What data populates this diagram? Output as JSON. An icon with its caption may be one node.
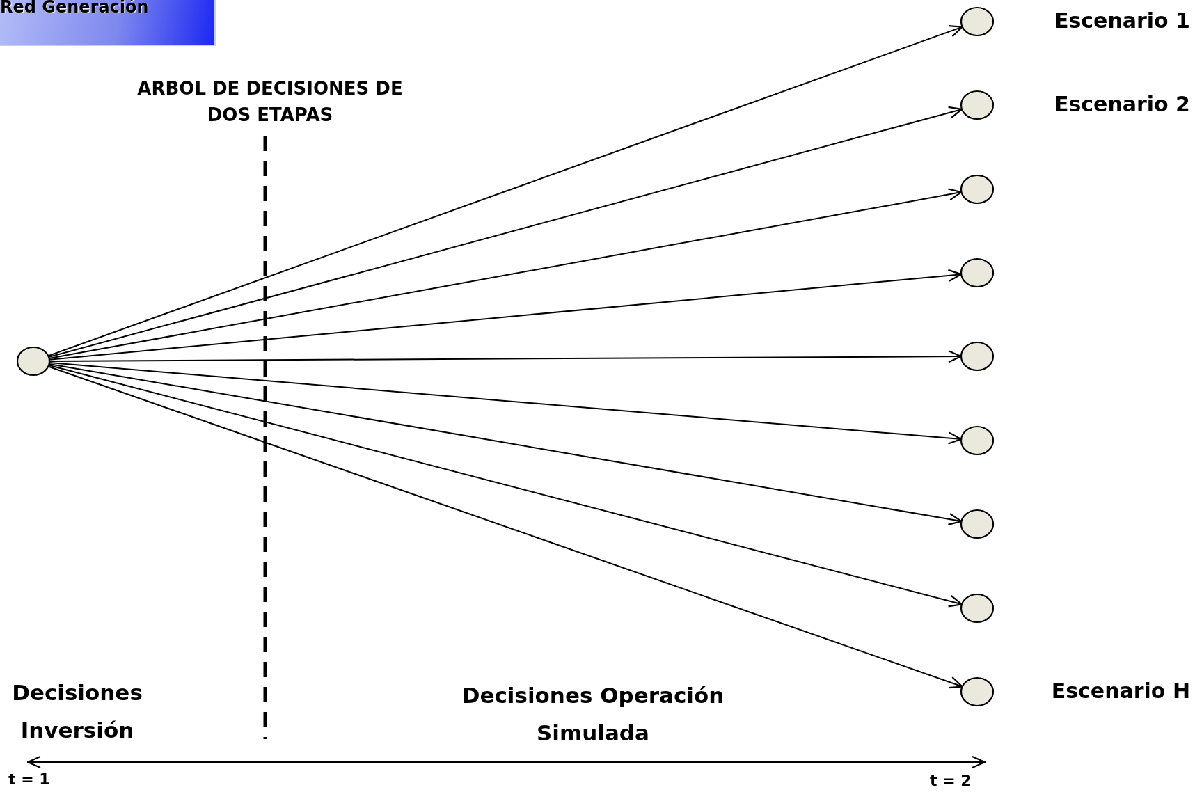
{
  "diagram": {
    "title": "ARBOL DE DECISIONES DE DOS ETAPAS",
    "nodes": [
      {
        "text": [
          "Red Generación"
        ]
      },
      {
        "text": [],
        "shape": "circle"
      },
      {
        "text": [],
        "shape": "circle",
        "beside": [
          "Escenario 1"
        ]
      },
      {
        "text": [],
        "shape": "circle",
        "beside": [
          "Escenario 2"
        ]
      },
      {
        "text": [],
        "shape": "circle"
      },
      {
        "text": [],
        "shape": "circle"
      },
      {
        "text": [],
        "shape": "circle"
      },
      {
        "text": [],
        "shape": "circle"
      },
      {
        "text": [],
        "shape": "circle"
      },
      {
        "text": [],
        "shape": "circle"
      },
      {
        "text": [],
        "shape": "circle",
        "beside": [
          "Escenario H"
        ]
      }
    ],
    "edges": [
      {
        "from": 1,
        "to": 2,
        "arrow": "to"
      },
      {
        "from": 1,
        "to": 3,
        "arrow": "to"
      },
      {
        "from": 1,
        "to": 4,
        "arrow": "to"
      },
      {
        "from": 1,
        "to": 5,
        "arrow": "to"
      },
      {
        "from": 1,
        "to": 6,
        "arrow": "to"
      },
      {
        "from": 1,
        "to": 7,
        "arrow": "to"
      },
      {
        "from": 1,
        "to": 8,
        "arrow": "to"
      },
      {
        "from": 1,
        "to": 9,
        "arrow": "to"
      },
      {
        "from": 1,
        "to": 10,
        "arrow": "to"
      }
    ],
    "labels": [
      "Decisiones Inversión",
      "Decisiones Operación Simulada",
      "t = 1",
      "t = 2"
    ]
  }
}
